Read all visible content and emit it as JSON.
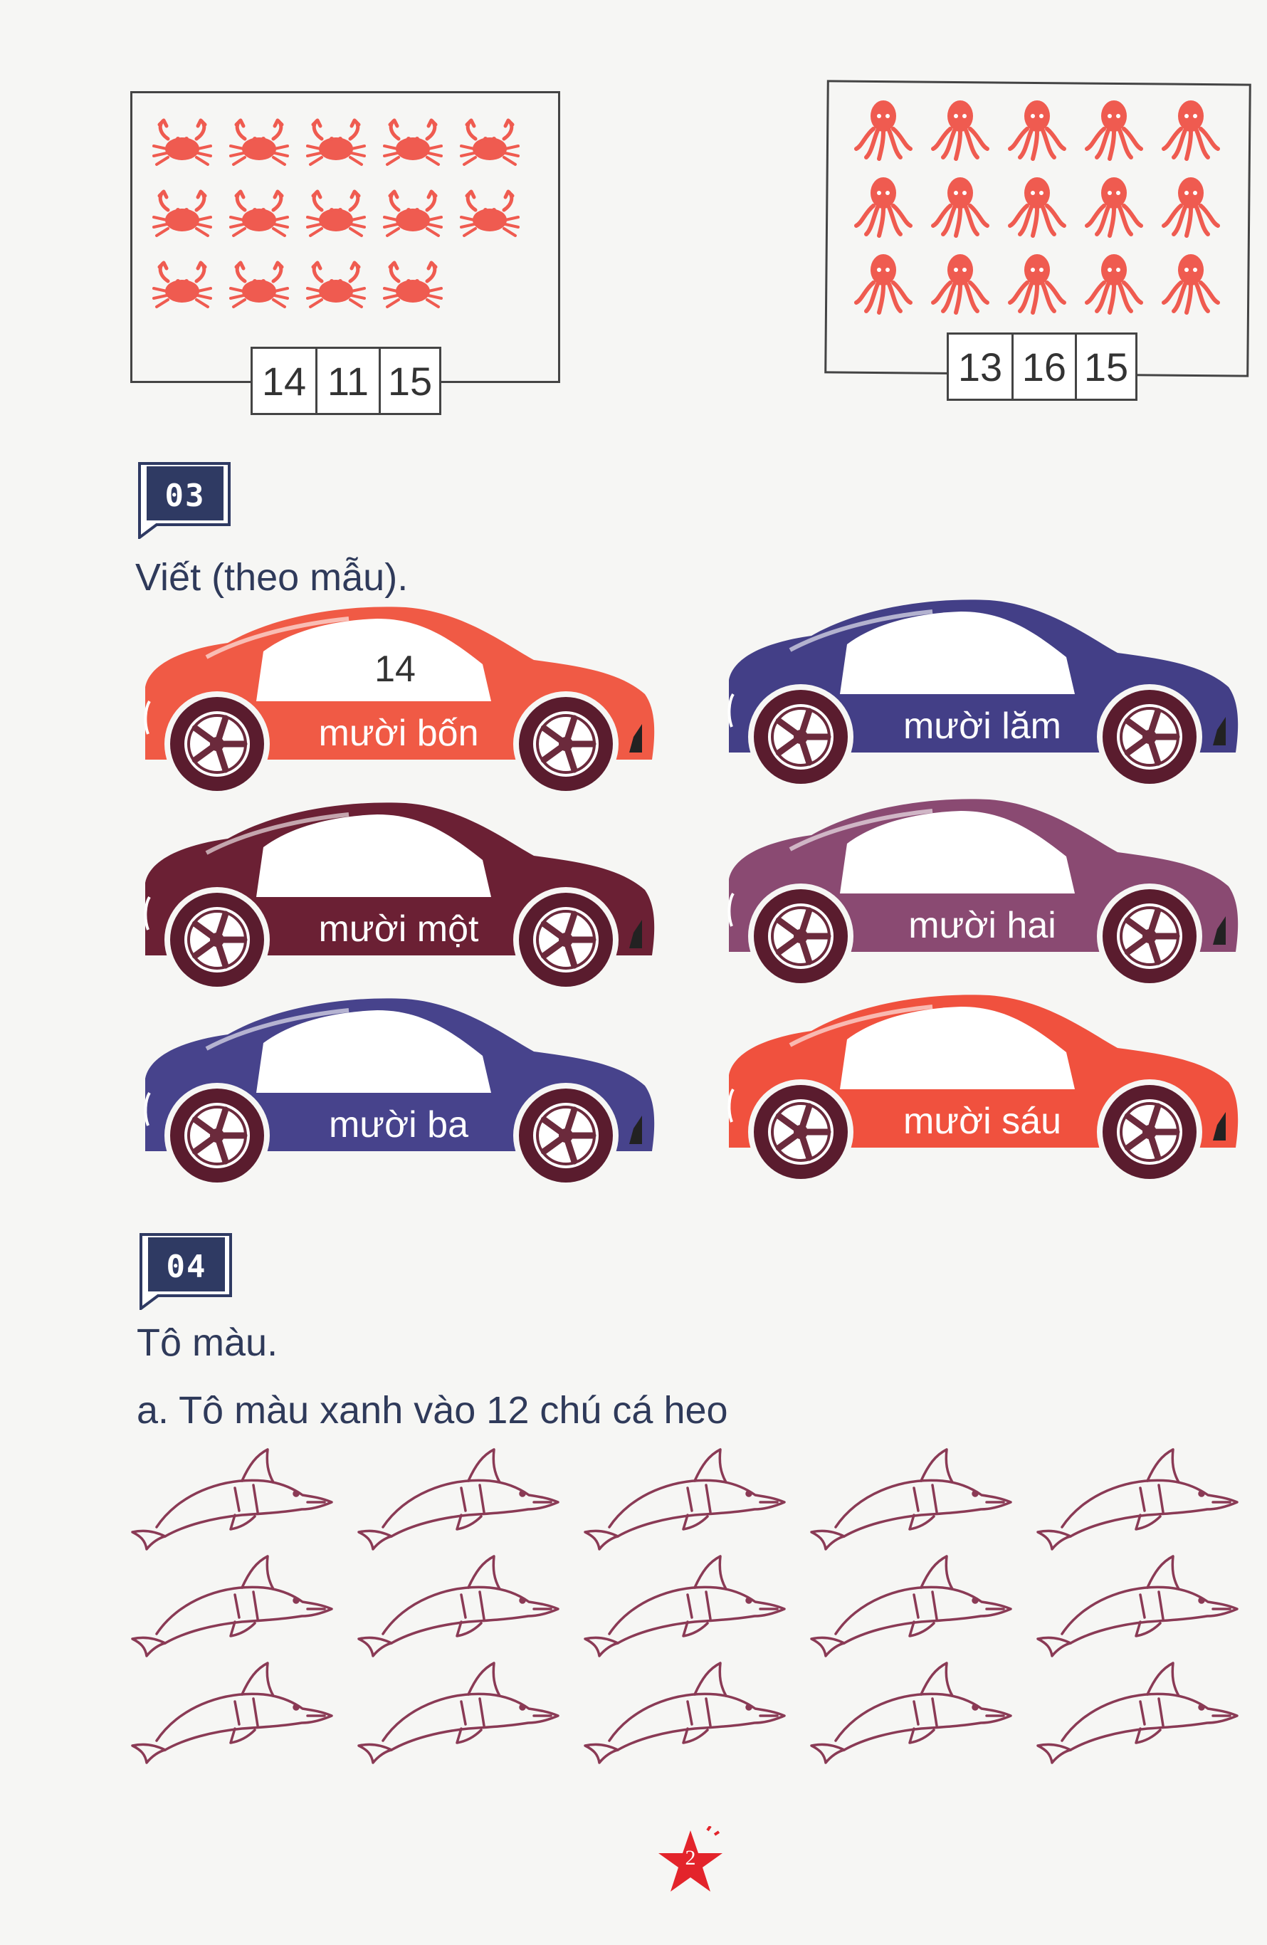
{
  "counting": {
    "crabs": {
      "animal": "crab-icon",
      "count": 14,
      "choices": [
        "14",
        "11",
        "15"
      ]
    },
    "octopuses": {
      "animal": "octopus-icon",
      "count": 15,
      "choices": [
        "13",
        "16",
        "15"
      ]
    }
  },
  "section3": {
    "number": "03",
    "instruction": "Viết (theo mẫu).",
    "cars": [
      {
        "number": "14",
        "label": "mười bốn",
        "color": "#f05a45"
      },
      {
        "number": "",
        "label": "mười lăm",
        "color": "#433f87"
      },
      {
        "number": "",
        "label": "mười một",
        "color": "#6b2034"
      },
      {
        "number": "",
        "label": "mười hai",
        "color": "#8a4a72"
      },
      {
        "number": "",
        "label": "mười ba",
        "color": "#47438c"
      },
      {
        "number": "",
        "label": "mười sáu",
        "color": "#f0513e"
      }
    ]
  },
  "section4": {
    "number": "04",
    "instruction": "Tô màu.",
    "task_a": "a. Tô màu xanh vào 12 chú cá heo",
    "dolphin_count": 15
  },
  "page": {
    "number": "2"
  },
  "colors": {
    "badge": "#2f3a63",
    "animal": "#ef5b50",
    "dolphin_outline": "#8a3a55",
    "page_star": "#e3242b"
  }
}
